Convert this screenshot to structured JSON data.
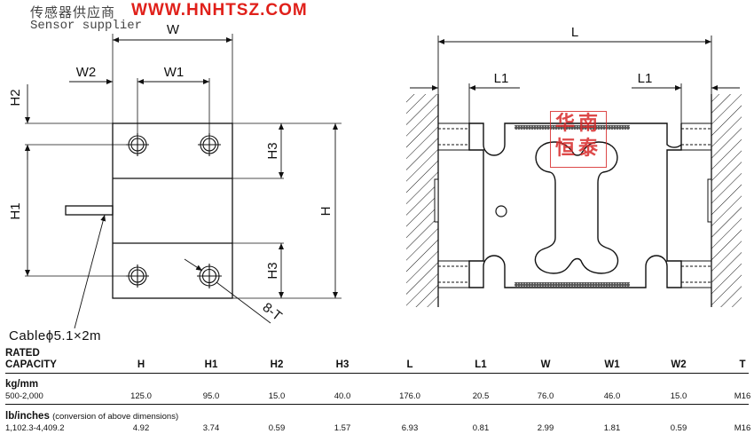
{
  "header": {
    "chinese_title": "传感器供应商",
    "website": "WWW.HNHTSZ.COM",
    "english_subtitle": "Sensor supplier"
  },
  "dimension_labels": {
    "W": "W",
    "W1": "W1",
    "W2": "W2",
    "H": "H",
    "H1": "H1",
    "H2": "H2",
    "H3_top": "H3",
    "H3_bottom": "H3",
    "L": "L",
    "L1_left": "L1",
    "L1_right": "L1",
    "holes": "8-T"
  },
  "cable_label": "Cableϕ5.1×2m",
  "stamp": {
    "line1": "华南",
    "line2": "恒泰"
  },
  "table": {
    "header_line1": "RATED",
    "header_line2": "CAPACITY",
    "columns": [
      "H",
      "H1",
      "H2",
      "H3",
      "L",
      "L1",
      "W",
      "W1",
      "W2",
      "T"
    ],
    "kg_unit": "kg/mm",
    "kg_capacity": "500-2,000",
    "kg_values": [
      "125.0",
      "95.0",
      "15.0",
      "40.0",
      "176.0",
      "20.5",
      "76.0",
      "46.0",
      "15.0",
      "M16"
    ],
    "lb_unit": "lb/inches",
    "lb_note": "(conversion of above dimensions)",
    "lb_capacity": "1,102.3-4,409.2",
    "lb_values": [
      "4.92",
      "3.74",
      "0.59",
      "1.57",
      "6.93",
      "0.81",
      "2.99",
      "1.81",
      "0.59",
      "M16"
    ]
  }
}
